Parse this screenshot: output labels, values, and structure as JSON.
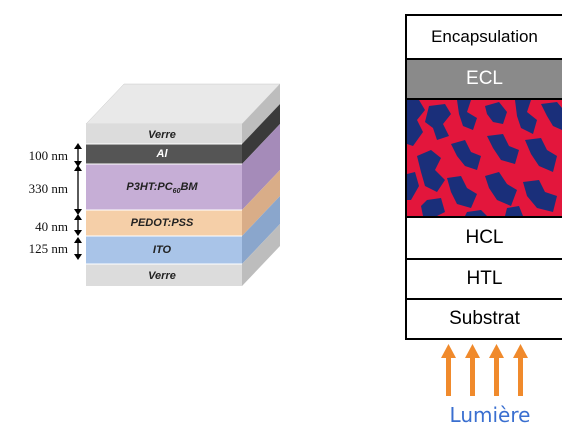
{
  "stack_left": {
    "layers": [
      {
        "label": "Verre"
      },
      {
        "label": "Al"
      },
      {
        "label_main": "P3HT:PC",
        "label_sub": "60",
        "label_tail": "BM"
      },
      {
        "label": "PEDOT:PSS"
      },
      {
        "label": "ITO"
      },
      {
        "label": "Verre"
      }
    ],
    "thicknesses": [
      "100 nm",
      "330 nm",
      "40 nm",
      "125 nm"
    ]
  },
  "stack_right": {
    "layers": [
      {
        "label": "Encapsulation"
      },
      {
        "label": "ECL"
      },
      {
        "label": ""
      },
      {
        "label": "HCL"
      },
      {
        "label": "HTL"
      },
      {
        "label": "Substrat"
      }
    ],
    "light_label": "Lumière"
  },
  "colors": {
    "glass": "#dcdcdc",
    "al": "#555555",
    "active": "#c6aed6",
    "pedot": "#f5cfa8",
    "ito": "#a9c4e8",
    "ecl": "#8a8a8a",
    "blend_red": "#e3163c",
    "blend_blue": "#1a2f7a",
    "arrow": "#f08a2c",
    "light_text": "#3a6fd0"
  }
}
